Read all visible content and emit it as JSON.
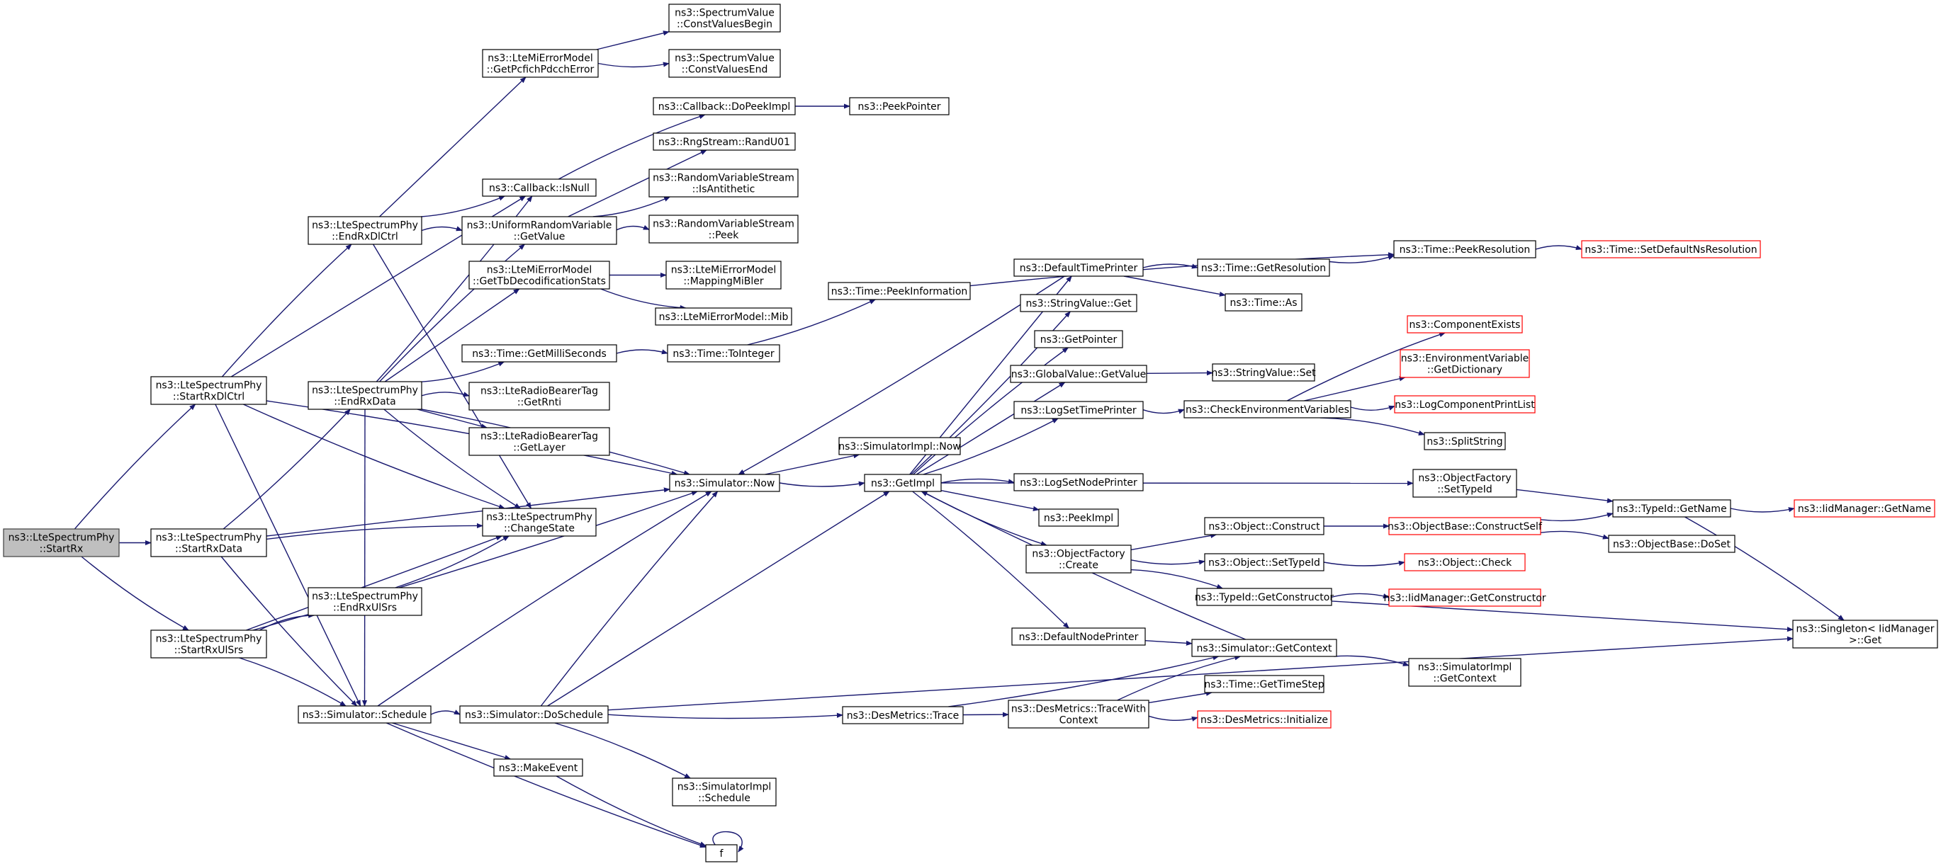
{
  "graph": {
    "colors": {
      "edge": "#191970",
      "node_fill": "#ffffff",
      "node_border": "#000000",
      "root_fill": "#bfbfbf",
      "root_border": "#404040",
      "truncated_border": "#ff0000"
    },
    "nodes": [
      {
        "id": "startrx",
        "lines": [
          "ns3::LteSpectrumPhy",
          "::StartRx"
        ],
        "root": true
      },
      {
        "id": "startrxdlctrl",
        "lines": [
          "ns3::LteSpectrumPhy",
          "::StartRxDlCtrl"
        ]
      },
      {
        "id": "startrxdata",
        "lines": [
          "ns3::LteSpectrumPhy",
          "::StartRxData"
        ]
      },
      {
        "id": "startrxulsrs",
        "lines": [
          "ns3::LteSpectrumPhy",
          "::StartRxUlSrs"
        ]
      },
      {
        "id": "endrxdlctrl",
        "lines": [
          "ns3::LteSpectrumPhy",
          "::EndRxDlCtrl"
        ]
      },
      {
        "id": "endrxdata",
        "lines": [
          "ns3::LteSpectrumPhy",
          "::EndRxData"
        ]
      },
      {
        "id": "endrxulsrs",
        "lines": [
          "ns3::LteSpectrumPhy",
          "::EndRxUlSrs"
        ]
      },
      {
        "id": "schedule",
        "lines": [
          "ns3::Simulator::Schedule"
        ]
      },
      {
        "id": "getpcfich",
        "lines": [
          "ns3::LteMiErrorModel",
          "::GetPcfichPdcchError"
        ]
      },
      {
        "id": "cbisnull",
        "lines": [
          "ns3::Callback::IsNull"
        ]
      },
      {
        "id": "urvgetvalue",
        "lines": [
          "ns3::UniformRandomVariable",
          "::GetValue"
        ]
      },
      {
        "id": "gettbdecod",
        "lines": [
          "ns3::LteMiErrorModel",
          "::GetTbDecodificationStats"
        ]
      },
      {
        "id": "getmillis",
        "lines": [
          "ns3::Time::GetMilliSeconds"
        ]
      },
      {
        "id": "getrnti",
        "lines": [
          "ns3::LteRadioBearerTag",
          "::GetRnti"
        ]
      },
      {
        "id": "getlayer",
        "lines": [
          "ns3::LteRadioBearerTag",
          "::GetLayer"
        ]
      },
      {
        "id": "changestate",
        "lines": [
          "ns3::LteSpectrumPhy",
          "::ChangeState"
        ]
      },
      {
        "id": "simnow",
        "lines": [
          "ns3::Simulator::Now"
        ]
      },
      {
        "id": "doschedule",
        "lines": [
          "ns3::Simulator::DoSchedule"
        ]
      },
      {
        "id": "makeevent",
        "lines": [
          "ns3::MakeEvent"
        ]
      },
      {
        "id": "f",
        "lines": [
          "f"
        ]
      },
      {
        "id": "cvbegin",
        "lines": [
          "ns3::SpectrumValue",
          "::ConstValuesBegin"
        ]
      },
      {
        "id": "cvend",
        "lines": [
          "ns3::SpectrumValue",
          "::ConstValuesEnd"
        ]
      },
      {
        "id": "dopeekimpl",
        "lines": [
          "ns3::Callback::DoPeekImpl"
        ]
      },
      {
        "id": "randu01",
        "lines": [
          "ns3::RngStream::RandU01"
        ]
      },
      {
        "id": "isantithetic",
        "lines": [
          "ns3::RandomVariableStream",
          "::IsAntithetic"
        ]
      },
      {
        "id": "rvspeek",
        "lines": [
          "ns3::RandomVariableStream",
          "::Peek"
        ]
      },
      {
        "id": "mappingmibler",
        "lines": [
          "ns3::LteMiErrorModel",
          "::MappingMiBler"
        ]
      },
      {
        "id": "mib",
        "lines": [
          "ns3::LteMiErrorModel::Mib"
        ]
      },
      {
        "id": "tointeger",
        "lines": [
          "ns3::Time::ToInteger"
        ]
      },
      {
        "id": "simimplnow",
        "lines": [
          "ns3::SimulatorImpl::Now"
        ]
      },
      {
        "id": "simimplsched",
        "lines": [
          "ns3::SimulatorImpl",
          "::Schedule"
        ]
      },
      {
        "id": "peekpointer",
        "lines": [
          "ns3::PeekPointer"
        ]
      },
      {
        "id": "peekinformation",
        "lines": [
          "ns3::Time::PeekInformation"
        ]
      },
      {
        "id": "getimpl",
        "lines": [
          "ns3::GetImpl"
        ]
      },
      {
        "id": "desmetricstrace",
        "lines": [
          "ns3::DesMetrics::Trace"
        ]
      },
      {
        "id": "defaulttimeprinter",
        "lines": [
          "ns3::DefaultTimePrinter"
        ]
      },
      {
        "id": "stringvalueget",
        "lines": [
          "ns3::StringValue::Get"
        ]
      },
      {
        "id": "getpointer",
        "lines": [
          "ns3::GetPointer"
        ]
      },
      {
        "id": "gvgetvalue",
        "lines": [
          "ns3::GlobalValue::GetValue"
        ]
      },
      {
        "id": "logsettimeprinter",
        "lines": [
          "ns3::LogSetTimePrinter"
        ]
      },
      {
        "id": "logsetnodeprinter",
        "lines": [
          "ns3::LogSetNodePrinter"
        ]
      },
      {
        "id": "peekimpl",
        "lines": [
          "ns3::PeekImpl"
        ]
      },
      {
        "id": "ofcreate",
        "lines": [
          "ns3::ObjectFactory",
          "::Create"
        ]
      },
      {
        "id": "defaultnodeprinter",
        "lines": [
          "ns3::DefaultNodePrinter"
        ]
      },
      {
        "id": "desmetricstracewith",
        "lines": [
          "ns3::DesMetrics::TraceWith",
          "Context"
        ]
      },
      {
        "id": "getresolution",
        "lines": [
          "ns3::Time::GetResolution"
        ]
      },
      {
        "id": "timeas",
        "lines": [
          "ns3::Time::As"
        ]
      },
      {
        "id": "stringvalueset",
        "lines": [
          "ns3::StringValue::Set"
        ]
      },
      {
        "id": "checkenv",
        "lines": [
          "ns3::CheckEnvironmentVariables"
        ]
      },
      {
        "id": "objconstruct",
        "lines": [
          "ns3::Object::Construct"
        ]
      },
      {
        "id": "objsettypeid",
        "lines": [
          "ns3::Object::SetTypeId"
        ]
      },
      {
        "id": "typeidgetconstructor",
        "lines": [
          "ns3::TypeId::GetConstructor"
        ]
      },
      {
        "id": "simgetcontext",
        "lines": [
          "ns3::Simulator::GetContext"
        ]
      },
      {
        "id": "gettimestep",
        "lines": [
          "ns3::Time::GetTimeStep"
        ]
      },
      {
        "id": "desinitialize",
        "lines": [
          "ns3::DesMetrics::Initialize"
        ],
        "truncated": true
      },
      {
        "id": "peekresolution",
        "lines": [
          "ns3::Time::PeekResolution"
        ]
      },
      {
        "id": "componentexists",
        "lines": [
          "ns3::ComponentExists"
        ],
        "truncated": true
      },
      {
        "id": "envgetdict",
        "lines": [
          "ns3::EnvironmentVariable",
          "::GetDictionary"
        ],
        "truncated": true
      },
      {
        "id": "logcompprintlist",
        "lines": [
          "ns3::LogComponentPrintList"
        ],
        "truncated": true
      },
      {
        "id": "splitstring",
        "lines": [
          "ns3::SplitString"
        ]
      },
      {
        "id": "ofsettypeid",
        "lines": [
          "ns3::ObjectFactory",
          "::SetTypeId"
        ]
      },
      {
        "id": "obconstructself",
        "lines": [
          "ns3::ObjectBase::ConstructSelf"
        ],
        "truncated": true
      },
      {
        "id": "objcheck",
        "lines": [
          "ns3::Object::Check"
        ],
        "truncated": true
      },
      {
        "id": "iidgetconstructor",
        "lines": [
          "ns3::IidManager::GetConstructor"
        ],
        "truncated": true
      },
      {
        "id": "simimplgetcontext",
        "lines": [
          "ns3::SimulatorImpl",
          "::GetContext"
        ]
      },
      {
        "id": "setdefaultnsres",
        "lines": [
          "ns3::Time::SetDefaultNsResolution"
        ],
        "truncated": true
      },
      {
        "id": "typeidgetname",
        "lines": [
          "ns3::TypeId::GetName"
        ]
      },
      {
        "id": "obdoset",
        "lines": [
          "ns3::ObjectBase::DoSet"
        ]
      },
      {
        "id": "singletonget",
        "lines": [
          "ns3::Singleton< IidManager",
          " >::Get"
        ]
      },
      {
        "id": "iidgetname",
        "lines": [
          "ns3::IidManager::GetName"
        ],
        "truncated": true
      }
    ],
    "edges": [
      [
        "startrx",
        "startrxdlctrl"
      ],
      [
        "startrx",
        "startrxdata"
      ],
      [
        "startrx",
        "startrxulsrs"
      ],
      [
        "startrxdlctrl",
        "endrxdlctrl"
      ],
      [
        "startrxdlctrl",
        "cbisnull"
      ],
      [
        "startrxdlctrl",
        "changestate"
      ],
      [
        "startrxdlctrl",
        "simnow"
      ],
      [
        "startrxdlctrl",
        "schedule"
      ],
      [
        "startrxdata",
        "endrxdata"
      ],
      [
        "startrxdata",
        "changestate"
      ],
      [
        "startrxdata",
        "simnow"
      ],
      [
        "startrxdata",
        "schedule"
      ],
      [
        "startrxulsrs",
        "endrxulsrs"
      ],
      [
        "startrxulsrs",
        "changestate"
      ],
      [
        "startrxulsrs",
        "simnow"
      ],
      [
        "startrxulsrs",
        "schedule"
      ],
      [
        "endrxdlctrl",
        "getpcfich"
      ],
      [
        "endrxdlctrl",
        "cbisnull"
      ],
      [
        "endrxdlctrl",
        "urvgetvalue"
      ],
      [
        "endrxdlctrl",
        "changestate"
      ],
      [
        "endrxdata",
        "cbisnull"
      ],
      [
        "endrxdata",
        "urvgetvalue"
      ],
      [
        "endrxdata",
        "gettbdecod"
      ],
      [
        "endrxdata",
        "getmillis"
      ],
      [
        "endrxdata",
        "getrnti"
      ],
      [
        "endrxdata",
        "getlayer"
      ],
      [
        "endrxdata",
        "changestate"
      ],
      [
        "endrxdata",
        "simnow"
      ],
      [
        "endrxdata",
        "schedule"
      ],
      [
        "endrxulsrs",
        "changestate"
      ],
      [
        "schedule",
        "doschedule"
      ],
      [
        "schedule",
        "makeevent"
      ],
      [
        "schedule",
        "f"
      ],
      [
        "schedule",
        "simnow"
      ],
      [
        "getpcfich",
        "cvbegin"
      ],
      [
        "getpcfich",
        "cvend"
      ],
      [
        "cbisnull",
        "dopeekimpl"
      ],
      [
        "urvgetvalue",
        "randu01"
      ],
      [
        "urvgetvalue",
        "isantithetic"
      ],
      [
        "urvgetvalue",
        "rvspeek"
      ],
      [
        "gettbdecod",
        "mappingmibler"
      ],
      [
        "gettbdecod",
        "mib"
      ],
      [
        "getmillis",
        "tointeger"
      ],
      [
        "simnow",
        "simimplnow"
      ],
      [
        "simnow",
        "getimpl"
      ],
      [
        "doschedule",
        "simnow"
      ],
      [
        "doschedule",
        "getimpl"
      ],
      [
        "doschedule",
        "desmetricstrace"
      ],
      [
        "doschedule",
        "simimplsched"
      ],
      [
        "doschedule",
        "singletonget"
      ],
      [
        "makeevent",
        "f"
      ],
      [
        "f",
        "f"
      ],
      [
        "dopeekimpl",
        "peekpointer"
      ],
      [
        "tointeger",
        "peekinformation"
      ],
      [
        "peekinformation",
        "peekresolution"
      ],
      [
        "getimpl",
        "defaulttimeprinter"
      ],
      [
        "getimpl",
        "stringvalueget"
      ],
      [
        "getimpl",
        "getpointer"
      ],
      [
        "getimpl",
        "gvgetvalue"
      ],
      [
        "getimpl",
        "logsettimeprinter"
      ],
      [
        "getimpl",
        "logsetnodeprinter"
      ],
      [
        "getimpl",
        "peekimpl"
      ],
      [
        "getimpl",
        "ofcreate"
      ],
      [
        "getimpl",
        "defaultnodeprinter"
      ],
      [
        "getimpl",
        "ofsettypeid"
      ],
      [
        "defaulttimeprinter",
        "simnow"
      ],
      [
        "defaulttimeprinter",
        "getresolution"
      ],
      [
        "defaulttimeprinter",
        "timeas"
      ],
      [
        "getresolution",
        "peekresolution"
      ],
      [
        "peekresolution",
        "setdefaultnsres"
      ],
      [
        "gvgetvalue",
        "stringvalueset"
      ],
      [
        "logsettimeprinter",
        "checkenv"
      ],
      [
        "checkenv",
        "componentexists"
      ],
      [
        "checkenv",
        "envgetdict"
      ],
      [
        "checkenv",
        "logcompprintlist"
      ],
      [
        "checkenv",
        "splitstring"
      ],
      [
        "ofcreate",
        "objconstruct"
      ],
      [
        "ofcreate",
        "objsettypeid"
      ],
      [
        "ofcreate",
        "typeidgetconstructor"
      ],
      [
        "objconstruct",
        "obconstructself"
      ],
      [
        "objsettypeid",
        "objcheck"
      ],
      [
        "typeidgetconstructor",
        "iidgetconstructor"
      ],
      [
        "typeidgetconstructor",
        "singletonget"
      ],
      [
        "obconstructself",
        "typeidgetname"
      ],
      [
        "obconstructself",
        "obdoset"
      ],
      [
        "ofsettypeid",
        "typeidgetname"
      ],
      [
        "typeidgetname",
        "iidgetname"
      ],
      [
        "typeidgetname",
        "singletonget"
      ],
      [
        "defaultnodeprinter",
        "simgetcontext"
      ],
      [
        "simgetcontext",
        "getimpl"
      ],
      [
        "simgetcontext",
        "simimplgetcontext"
      ],
      [
        "desmetricstrace",
        "desmetricstracewith"
      ],
      [
        "desmetricstrace",
        "simgetcontext"
      ],
      [
        "desmetricstracewith",
        "simgetcontext"
      ],
      [
        "desmetricstracewith",
        "gettimestep"
      ],
      [
        "desmetricstracewith",
        "desinitialize"
      ]
    ]
  }
}
